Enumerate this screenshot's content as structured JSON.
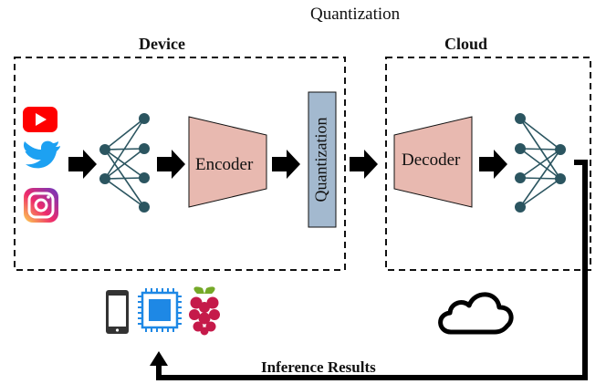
{
  "top_label": "Quantization",
  "device": {
    "title": "Device"
  },
  "cloud": {
    "title": "Cloud"
  },
  "encoder_label": "Encoder",
  "quantization_label": "Quantization",
  "decoder_label": "Decoder",
  "feedback_label": "Inference Results",
  "icons": [
    "youtube-icon",
    "twitter-icon",
    "instagram-icon",
    "smartphone-icon",
    "chip-icon",
    "raspberry-pi-icon",
    "cloud-icon"
  ],
  "colors": {
    "encoder_fill": "#e8b9b0",
    "quantization_fill": "#a3b9cf",
    "node_fill": "#2b5560",
    "youtube_red": "#ff0000",
    "twitter_blue": "#1da1f2",
    "chip_blue": "#1e88e5"
  }
}
